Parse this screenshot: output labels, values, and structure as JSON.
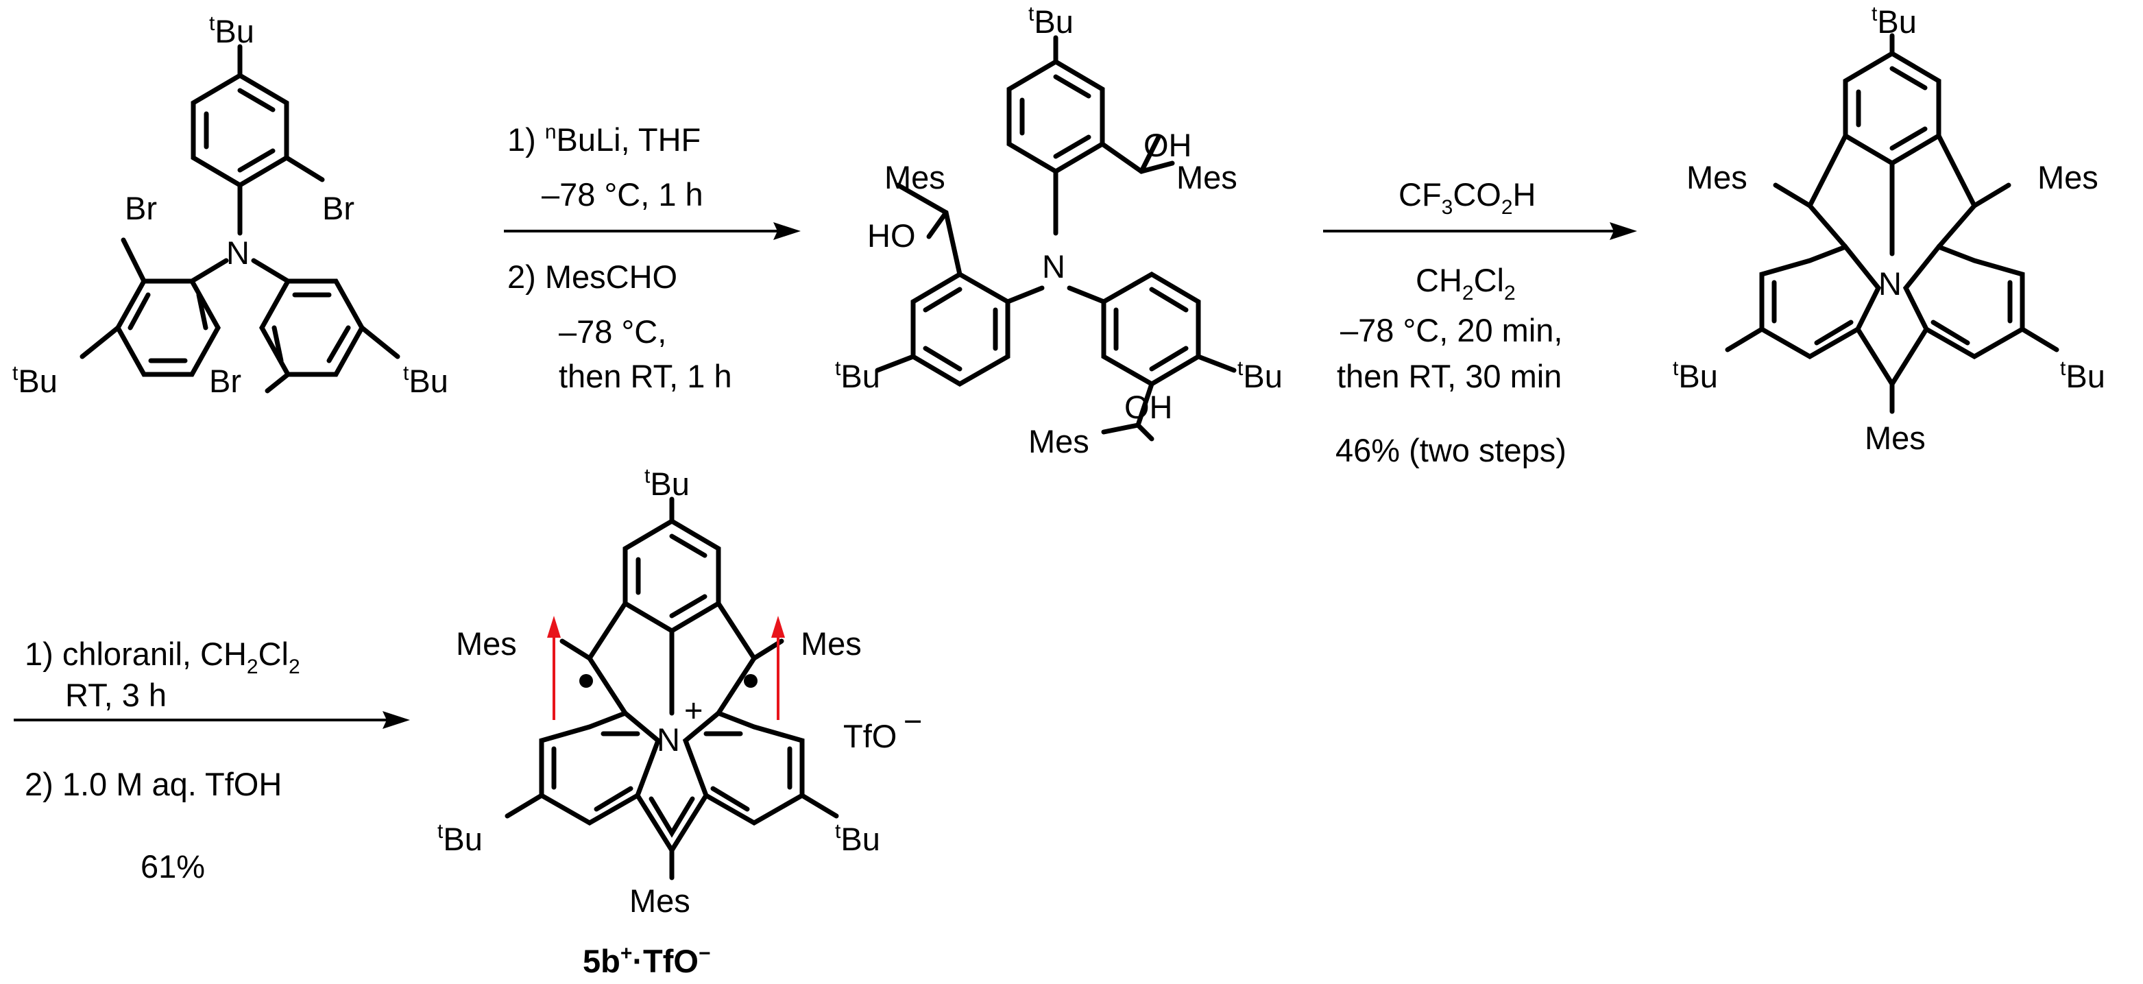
{
  "labels": {
    "tBu": "Bu",
    "t": "t",
    "Br": "Br",
    "N": "N",
    "Mes": "Mes",
    "HO": "HO",
    "OH": "OH",
    "plus": "+",
    "tfo_anion": "TfO",
    "minus": "−"
  },
  "step1": {
    "line1_a": "1) ",
    "line1_sup": "n",
    "line1_b": "BuLi, THF",
    "line2": "–78 °C, 1 h",
    "line3": "2) MesCHO",
    "line4": "–78 °C,",
    "line5": "then RT,  1 h"
  },
  "step2": {
    "line1_a": "CF",
    "line1_sub1": "3",
    "line1_b": "CO",
    "line1_sub2": "2",
    "line1_c": "H",
    "line2_a": "CH",
    "line2_sub1": "2",
    "line2_b": "Cl",
    "line2_sub2": "2",
    "line3": "–78 °C, 20 min,",
    "line4": "then RT,  30 min",
    "line5": "46% (two steps)"
  },
  "step3": {
    "line1_a": "1) chloranil, CH",
    "line1_sub1": "2",
    "line1_b": "Cl",
    "line1_sub2": "2",
    "line2": "RT,  3 h",
    "line3": "2) 1.0 M aq. TfOH",
    "line4": "61%"
  },
  "product": {
    "name_a": "5b",
    "name_sup1": "+",
    "name_b": "·TfO",
    "name_sup2": "−"
  },
  "colors": {
    "ink": "#000000",
    "spin_arrow": "#e8141b"
  }
}
